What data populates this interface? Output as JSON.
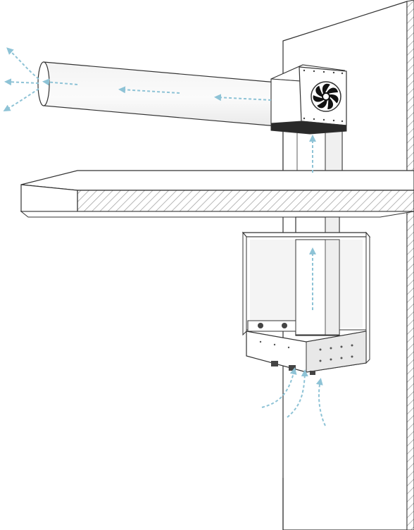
{
  "diagram": {
    "components": {
      "wall": "wall",
      "floor_slab": "floor-slab",
      "exhaust_duct": "exhaust-duct",
      "fan_unit": "fan-unit",
      "vertical_riser": "vertical-riser",
      "cabinet": "cabinet-hood"
    },
    "icons": {
      "fan": "fan-icon",
      "airflow_arrow": "airflow-arrow-icon"
    },
    "colors": {
      "line": "#333333",
      "airflow": "#8ec3d6",
      "surface": "#ffffff",
      "shade": "#eeeeee",
      "dark_panel": "#2a2a2a",
      "hatch": "#9a9a9a"
    }
  }
}
